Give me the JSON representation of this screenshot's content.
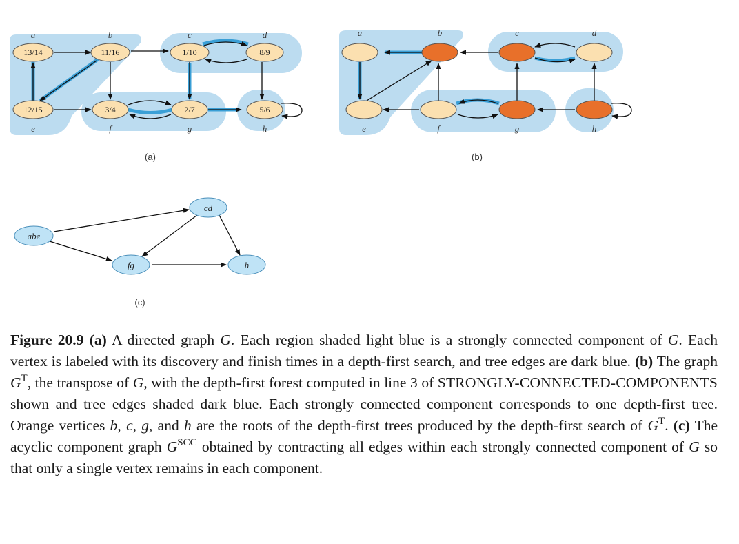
{
  "figure_a": {
    "panel_label": "(a)",
    "vertices": [
      {
        "id": "a",
        "letter": "a",
        "times": "13/14"
      },
      {
        "id": "b",
        "letter": "b",
        "times": "11/16"
      },
      {
        "id": "c",
        "letter": "c",
        "times": "1/10"
      },
      {
        "id": "d",
        "letter": "d",
        "times": "8/9"
      },
      {
        "id": "e",
        "letter": "e",
        "times": "12/15"
      },
      {
        "id": "f",
        "letter": "f",
        "times": "3/4"
      },
      {
        "id": "g",
        "letter": "g",
        "times": "2/7"
      },
      {
        "id": "h",
        "letter": "h",
        "times": "5/6"
      }
    ]
  },
  "figure_b": {
    "panel_label": "(b)",
    "vertices": [
      {
        "id": "a",
        "letter": "a",
        "root": false
      },
      {
        "id": "b",
        "letter": "b",
        "root": true
      },
      {
        "id": "c",
        "letter": "c",
        "root": true
      },
      {
        "id": "d",
        "letter": "d",
        "root": false
      },
      {
        "id": "e",
        "letter": "e",
        "root": false
      },
      {
        "id": "f",
        "letter": "f",
        "root": false
      },
      {
        "id": "g",
        "letter": "g",
        "root": true
      },
      {
        "id": "h",
        "letter": "h",
        "root": true
      }
    ]
  },
  "figure_c": {
    "panel_label": "(c)",
    "nodes": [
      "abe",
      "cd",
      "fg",
      "h"
    ]
  },
  "colors": {
    "component_shade": "#bcdcf0",
    "tree_edge": "#3a9fd6",
    "vertex_fill": "#fbe0b0",
    "root_fill": "#e8702a",
    "component_node_fill": "#bfe3f6"
  },
  "caption": {
    "fig_label": "Figure 20.9",
    "a_label": "(a)",
    "t1": " A directed graph ",
    "G1": "G",
    "t2": ". Each region shaded light blue is a strongly connected component of ",
    "G2": "G",
    "t3": ". Each vertex is labeled with its discovery and finish times in a depth-first search, and tree edges are dark blue. ",
    "b_label": "(b)",
    "t4": " The graph ",
    "G3": "G",
    "sup_T1": "T",
    "t5": ", the transpose of ",
    "G4": "G",
    "t6": ", with the depth-first forest computed in line 3 of ",
    "sc_name": "STRONGLY-CONNECTED-COMPONENTS",
    "t7": " shown and tree edges shaded dark blue. Each strongly connected component corresponds to one depth-first tree. Orange vertices ",
    "vb": "b",
    "t8": ", ",
    "vc": "c",
    "t9": ", ",
    "vg": "g",
    "t10": ", and ",
    "vh": "h",
    "t11": " are the roots of the depth-first trees produced by the depth-first search of ",
    "G5": "G",
    "sup_T2": "T",
    "t12": ". ",
    "c_label": "(c)",
    "t13": " The acyclic component graph ",
    "G6": "G",
    "sup_SCC": "SCC",
    "t14": " obtained by contracting all edges within each strongly connected component of ",
    "G7": "G",
    "t15": " so that only a single vertex remains in each component."
  }
}
